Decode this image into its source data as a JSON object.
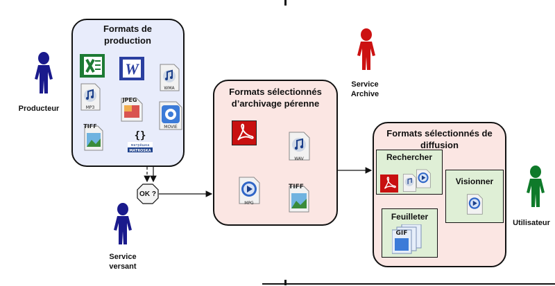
{
  "actors": {
    "producteur": "Producteur",
    "service_versant": "Service versant",
    "service_archive": "Service Archive",
    "utilisateur": "Utilisateur"
  },
  "boxes": {
    "production": {
      "title": "Formats de production"
    },
    "archivage": {
      "title": "Formats sélectionnés d’archivage pérenne"
    },
    "diffusion": {
      "title": "Formats sélectionnés de diffusion"
    }
  },
  "sub_boxes": {
    "rechercher": "Rechercher",
    "visionner": "Visionner",
    "feuilleter": "Feuilleter"
  },
  "check": {
    "label": "OK ?"
  },
  "icon_labels": {
    "mp3": "MP3",
    "wma": "WMA",
    "movie": "MOVIE",
    "jpeg": "JPEG",
    "tiff": "TIFF",
    "wav": "WAV",
    "mpg": "MPG",
    "gif": "GIF",
    "matroska": "матрёшка MATROSKA"
  },
  "colors": {
    "production_fill": "#e8ecfb",
    "archive_fill": "#fbe6e3",
    "diffusion_fill": "#fbe6e3",
    "sub_fill": "#dfefd6",
    "actor_blue": "#1a1a8c",
    "actor_red": "#cc1111",
    "actor_green": "#0f7a2a"
  }
}
